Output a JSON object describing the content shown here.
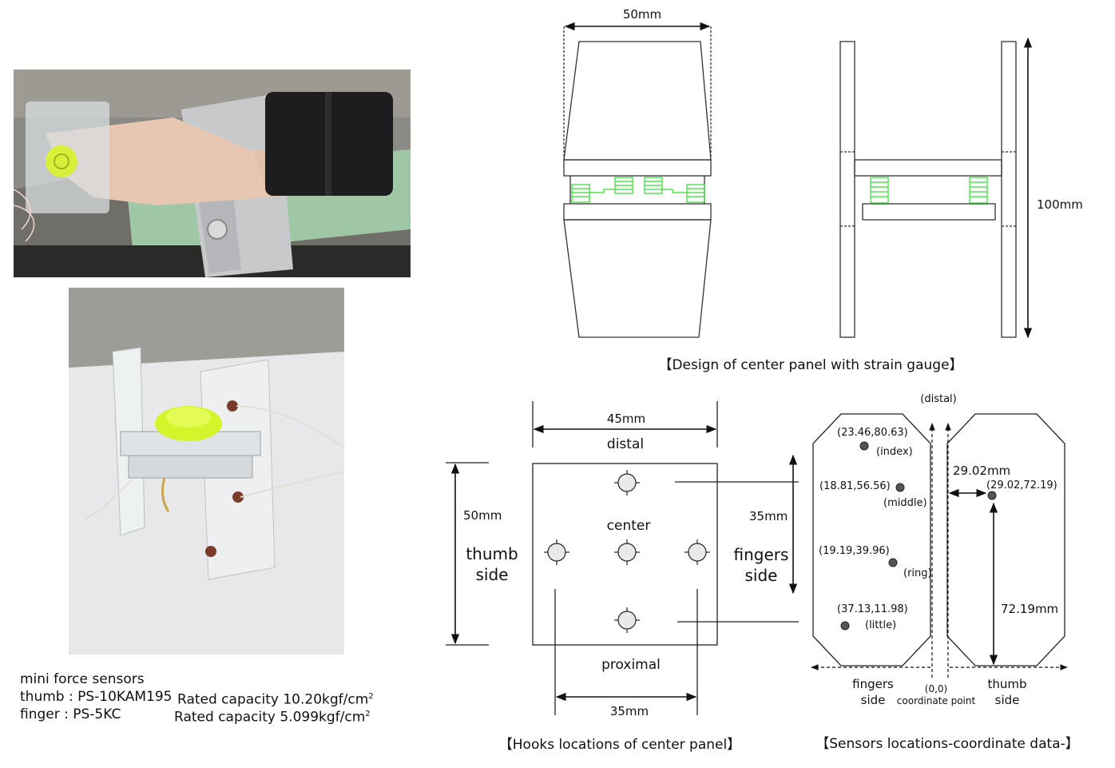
{
  "design": {
    "width_label": "50mm",
    "height_label": "100mm",
    "caption": "【Design of center panel with strain gauge】",
    "line_color": "#333333",
    "gauge_color": "#33dd33"
  },
  "hooks": {
    "width_top": "45mm",
    "distal": "distal",
    "height_left": "50mm",
    "thumb_side": [
      "thumb",
      "side"
    ],
    "center": "center",
    "height_right": "35mm",
    "fingers_side": [
      "fingers",
      "side"
    ],
    "proximal": "proximal",
    "width_bottom": "35mm",
    "caption": "【Hooks locations of center panel】"
  },
  "sensors": {
    "distal": "(distal)",
    "points": [
      {
        "coord": "(23.46,80.63)",
        "name": "(index)"
      },
      {
        "coord": "(18.81,56.56)",
        "name": "(middle)"
      },
      {
        "coord": "(19.19,39.96)",
        "name": "(ring)"
      },
      {
        "coord": "(37.13,11.98)",
        "name": "(little)"
      },
      {
        "coord": "(29.02,72.19)",
        "name": ""
      }
    ],
    "dim_horizontal": "29.02mm",
    "dim_vertical": "72.19mm",
    "fingers_side": [
      "fingers",
      "side"
    ],
    "thumb_side": [
      "thumb",
      "side"
    ],
    "origin": "(0,0)",
    "origin_label": "coordinate point",
    "caption": "【Sensors locations-coordinate data-】",
    "dot_color": "#555555"
  },
  "mini_sensors": {
    "title": "mini force sensors",
    "thumb_model": "thumb : PS-10KAM195",
    "thumb_capacity": "Rated capacity 10.20kgf/cm",
    "finger_model": "finger : PS-5KC",
    "finger_capacity": "Rated capacity 5.099kgf/cm",
    "superscript": "2"
  }
}
